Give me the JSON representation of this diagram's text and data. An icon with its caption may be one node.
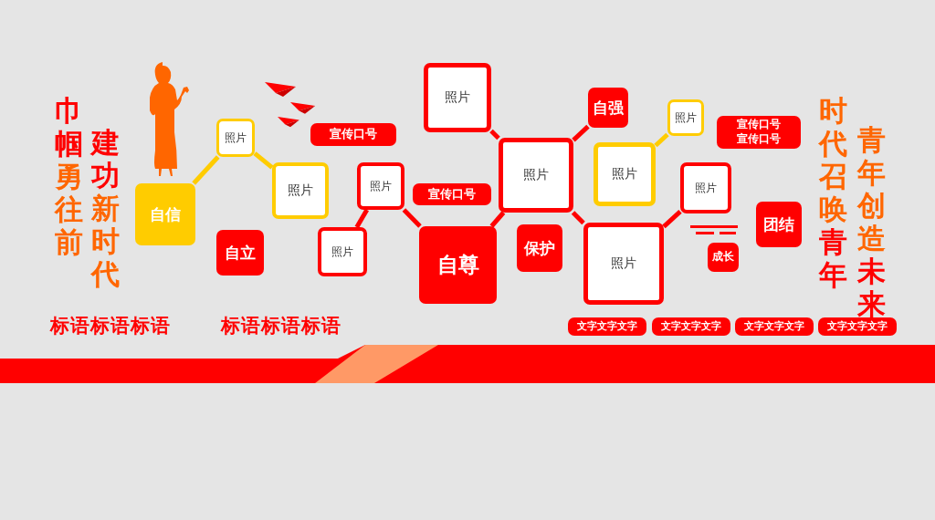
{
  "diagram": {
    "nodes": [
      {
        "text": [
          "自信"
        ]
      },
      {
        "text": [
          "照片"
        ]
      },
      {
        "text": [
          "照片"
        ]
      },
      {
        "text": [
          "自立"
        ]
      },
      {
        "text": [
          "宣传口号"
        ]
      },
      {
        "text": [
          "照片"
        ]
      },
      {
        "text": [
          "照片"
        ]
      },
      {
        "text": [
          "照片"
        ]
      },
      {
        "text": [
          "宣传口号"
        ]
      },
      {
        "text": [
          "自尊"
        ]
      },
      {
        "text": [
          "照片"
        ]
      },
      {
        "text": [
          "自强"
        ]
      },
      {
        "text": [
          "保护"
        ]
      },
      {
        "text": [
          "照片"
        ]
      },
      {
        "text": [
          "照片"
        ]
      },
      {
        "text": [
          "照片"
        ]
      },
      {
        "text": [
          "照片"
        ]
      },
      {
        "text": [
          "宣传口号宣传口号"
        ]
      },
      {
        "text": [
          "成长"
        ]
      },
      {
        "text": [
          "团结"
        ]
      },
      {
        "text": [
          "文字文字文字"
        ]
      },
      {
        "text": [
          "文字文字文字"
        ]
      },
      {
        "text": [
          "文字文字文字"
        ]
      },
      {
        "text": [
          "文字文字文字"
        ]
      }
    ],
    "edges": [
      {
        "from": 0,
        "to": 1,
        "arrow": "none",
        "color": "#ffcc00"
      },
      {
        "from": 1,
        "to": 2,
        "arrow": "none",
        "color": "#ffcc00"
      },
      {
        "from": 7,
        "to": 6,
        "arrow": "none"
      },
      {
        "from": 6,
        "to": 9,
        "arrow": "none"
      },
      {
        "from": 5,
        "to": 10,
        "arrow": "none"
      },
      {
        "from": 9,
        "to": 10,
        "arrow": "none"
      },
      {
        "from": 10,
        "to": 11,
        "arrow": "none"
      },
      {
        "from": 10,
        "to": 15,
        "arrow": "none"
      },
      {
        "from": 13,
        "to": 14,
        "arrow": "none",
        "color": "#ffcc00"
      },
      {
        "from": 15,
        "to": 16,
        "arrow": "none"
      }
    ],
    "labels": [
      "巾帼勇往前",
      "建功新时代",
      "时代召唤青年",
      "青年创造未来",
      "标语标语标语",
      "标语标语标语"
    ]
  }
}
